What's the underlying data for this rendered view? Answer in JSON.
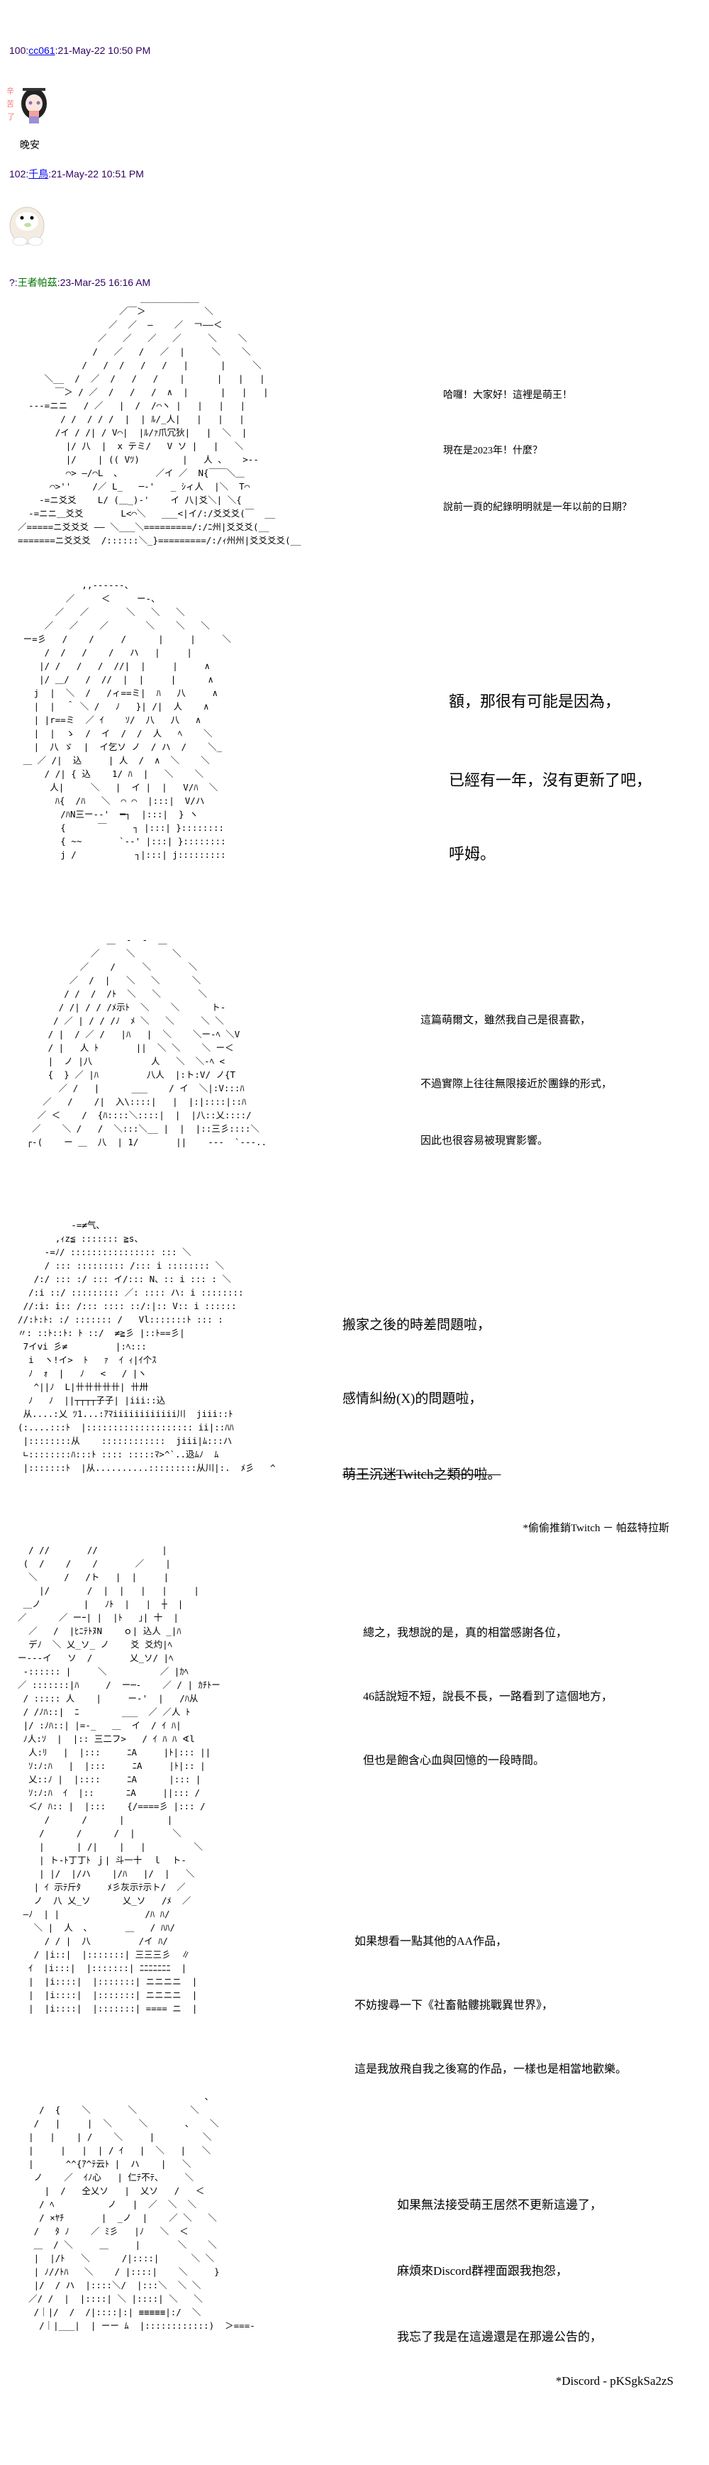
{
  "posts": [
    {
      "number": "100",
      "sep": ":",
      "user": "cc061",
      "time": ":21-May-22 10:50 PM",
      "avatar": "girl-sticker-image",
      "message": "晚安"
    },
    {
      "number": "102",
      "sep": ":",
      "user": "千鳥",
      "time": ":21-May-22 10:51 PM",
      "avatar": "owl-sticker-image"
    },
    {
      "number": "?",
      "sep": ":",
      "user": "王者帕茲",
      "time": ":23-Mar-25 16:16 AM"
    }
  ],
  "sections": [
    {
      "lines": [
        "哈囉！大家好！這裡是萌王！",
        "現在是2023年！什麼？",
        "說前一頁的紀錄明明就是一年以前的日期？"
      ]
    },
    {
      "lines": [
        "額，那很有可能是因為，",
        "已經有一年，沒有更新了吧，",
        "呼姆。"
      ]
    },
    {
      "lines": [
        "這篇萌爾文，雖然我自己是很喜歡，",
        "不過實際上往往無限接近於團錄的形式，",
        "因此也很容易被現實影響。"
      ]
    },
    {
      "lines": [
        "搬家之後的時差問題啦，",
        "感情糾紛(X)的問題啦，",
        "萌王沉迷Twitch之類的啦。"
      ],
      "note": "*偷偷推銷Twitch － 帕茲特拉斯"
    },
    {
      "lines": [
        "總之，我想說的是，真的相當感謝各位，",
        "46話說短不短，說長不長，一路看到了這個地方，",
        "但也是飽含心血與回憶的一段時間。"
      ]
    },
    {
      "lines": [
        "如果想看一點其他的AA作品，",
        "不妨搜尋一下《社畜骷髏挑戰異世界》，",
        "這是我放飛自我之後寫的作品，一樣也是相當地歡樂。"
      ]
    },
    {
      "lines": [
        "如果無法接受萌王居然不更新這邊了，",
        "麻煩來Discord群裡面跟我抱怨，",
        "我忘了我是在這邊還是在那邊公告的，"
      ],
      "note": "*Discord - pKSgkSa2zS"
    }
  ],
  "art": [
    "                         ___________\n                     ／￣＞           ＼\n                   ／  ／  ―    ／  ￢――＜\n                 ／   ／   ／   ／     ＼    ＼\n                /   ／   /   ／  |     ＼    ＼\n              /   /  /   /   /   |      |     ＼\n       ＼__  /  ／  /   /   /    |      |   |   |\n         ￣＞ / ／  /   /   /  ∧  |      |   |   |\n    ---=ニニ   / ／   |  /  /⌒ヽ |   |   |   |\n          / /  / / /  |  | ﾙ/_人|   |   |   |\n         /イ / /| / V⌒|  |ﾙ/ｧ爪冗狄|   |  ＼  |\n           |/ 八  |  x テミ/   V ソ |   |   ＼\n           |/    | (( Vﾂ)        |   人 、   >--\n           ⌒> ―/⌒L  ､       ／イ ／  N{￣￣＼＿\n        ⌒>''    /／ L_   ─-'   _ ｼィ人  |＼  T⌒\n      -=ニ爻爻    L/ (＿_)-'    イ 八|爻＼| ＼{\n    -=ニニ＿爻爻       L<⌒＼   ___<|イ/:/爻爻爻(￣  __\n  ／=====ニ爻爻爻 ―― ＼___＼=========/:/ﾆ州|爻爻爻(__\n  =======ニ爻爻爻  /::::::＼_}=========/:/ｨ州州|爻爻爻爻(__",
    "              ,,-‐‐‐--、\n           ／     ＜     ー-、\n         ／   ／       ＼   ＼   ＼\n       ／   ／    ／       ＼    ＼   ＼\n   ー=彡   /    /     /      |     |     ＼\n       /  /   /    /   ハ   |     |\n      |/ /   /   /  //|  |     |     ∧\n      |/ ＿/   /  //  |  |     |      ∧\n     j  |  ＼  /   /ィ==ミ|  ﾊ   八     ∧\n     |  |  ＾ ＼ /   ﾉ   }| /|  人    ∧\n     | |r==ミ  ／ ｲ    ｿ/  八   八   ∧\n     |  |  ゝ  /  イ  /  /  人   ﾍ    ＼\n     |  八 ゞ  |  イ乞ソ ノ  / ハ  /    ＼_\n   ＿ ／ /|  込     | 人  /  ∧  ＼    ＼\n       / /| { 込    1/ ﾊ  |   ＼    ＼\n        人|     ＼   |  イ |  |   V/ﾊ  ＼\n         ﾊ{  /ﾊ   ＼  ⌒ ⌒  |:::|  V/ハ\n          /ﾊN三ー-‐'  ━┐  |:::|  } ヽ\n          {      ￣     ┐ |:::| }::::::::\n          { ~~       `--' |:::| }::::::::\n          j /           ┐|:::| j:::::::::",
    "                ＿  ‐  ‐  ＿\n             ／     ＼       ＼\n           ／    /     ＼       ＼\n         ／  /  |   ＼   ＼      ＼\n        / /  /  /ﾄ  ＼   ＼       ＼\n       / /| / / /ﾒ示ﾄ  ＼    ＼      ト-\n      / ／ | / / /ﾉ  ﾒ ＼   ＼     ＼ ＼\n     / |  / ／ /   |ﾊ   |  ＼    ＼ー-ﾍ ＼V\n     / |   人 ﾄ       ||  ＼ ＼    ＼ ー＜\n     |  ノ |八           人   ＼  ＼-ﾍ <\n     {  } ／ |ﾊ         八人  |:ト:V/ ノ{T\n       ／ /   |      ___    / イ  ＼|:V:::ﾊ\n    ／   /    /|  入\\::::|   |  |:|::::|::ﾊ\n   ／ ＜    /  {ﾊ::::＼::::|  |  |八::乂::::/\n  ／    ＼ /   /  ＼:::＼__ |  |  |::三彡::::＼\n ┌-(    ー ＿  八  | 1/       ||    ‐‐‐  `‐‐‐..",
    "            -=≠气、\n         ,ｨz≦ ::::::: ≧s、\n       -=ﾉ/ :::::::::::::::: ::: ＼\n       / ::: ::::::::: /::: i :::::::: ＼\n     /:/ ::: :/ ::: イ/::: N、:: i ::: : ＼\n    /:i ::/ ::::::::: ／: :::: ハ: i ::::::::\n   //:i: i:: /::: :::: ::/:|:: V:: i ::::::\n  //:ﾄ:ﾄ: :/ ::::::: /   Vl:::::::ﾄ ::: :\n  〃: ::ﾄ::ﾄ: ﾄ ::/  ≠≧彡 |::ﾄ==彡|\n   7イvi 彡≠         |:ﾍ:::\n    i  ヽ!イ>  ﾄ   ｧ  ｲ ｨ|ｲ个ｽ\n    ﾉ  ｫ  |   ﾉ   <   / |ヽ\n     ^||ﾉ  L|卄卄卄卄卄| 卄卅\n    ﾉ   ﾉ  ||┬┬┬┬子子| |iii::込\n   从....:乂 ﾂ1...:ｱﾏiiiiiiiiiiii川  jiii::ﾄ\n  (:....:::ﾄ  |:::::::::::::::::::: ii|::ﾊﾊ\n   |::::::::从    ::::::::::::  jiii|ﾑ:::ハ\n   ∟::::::::ﾊ:::ﾄ :::: :::::ﾏ>^`..﨤ﾑﾉ  ﾑ\n   |:::::::ﾄ  |从..........:::::::::从川|:.  ﾒ彡   ^",
    "    / //       //            |\n   (  /    /    /       ／    |\n    ＼     /   /ト   |  |     |\n      |/       /  |  |   |   |     |\n   ＿ノ        |   ﾉﾄ  |   |  ┼  |\n  ／      ／ ーｰ| |  |ﾄ   ｣| 十  |\n    ／   /  |ﾋﾆﾃﾄﾇN    ｏ| 込人 _|ﾊ\n    デﾉ  ＼ 乂_ソ_ ノ    爻 爻灼|ﾍ\n  ー‐--イ   ソ  /       乂_ソ/ |ﾍ\n   -:::::: |     ＼          ／ |ｶﾍ\n  ／ :::::::|ﾊ     /  ー─-    ／ / | ｶﾁﾄー\n   / ::::: 人    |     ー‐'  |   /ﾊ从\n   / /ﾉﾊ::|  ﾆ        ___  ／ ／人 ﾄ\n   |/ :ﾉﾊ::| |=-_   ＿  イ  / ｲ ﾊ|\n   ﾉ人:ｿ  |  |:: 三二フ>   / ｲ ﾊ ﾊ ∢l\n    人:ﾘ   |  |:::     ﾆA     |ﾄ|::: ||\n    ｿ:ﾉ:ﾊ   |  |:::     ﾆA     |ﾄ|:: |\n    乂::ﾉ |  |::::     ﾆA      |::: |\n    ｿ:ﾉ:ﾊ  ｲ  |::      ﾆA     ||::: /\n    ＜/ ﾊ:: |  |:::    {/====彡 |::: /",
    "       /      /      |        |\n      /      /      /  |       ＼\n      |      | /|    |   |         ＼\n      | ト-ﾄ丁丁ﾄ ｊ| 斗一十  ｌ  ト-\n      | |/  |/ハ    |/ﾊ   |/  |   ＼\n     | ｲ 示ﾃ斤ﾀ     ﾒ彡灰示ﾃ示ト/  ／\n     ノ  八 乂_ソ      乂_ソ   /ﾒ  ／\n   ―ﾉ  | |                /ﾊ ﾊ/\n     ＼ |  人  ､       ＿   / ﾊﾊ/\n       / / |  八         /イ ﾊ/\n     / |i::|  |:::::::| 三三三彡  ∥\n    ｲ  |i:::|  |:::::::| ﾆﾆﾆﾆﾆﾆﾆ  |\n    |  |i::::|  |:::::::| ニニニニ  |\n    |  |i::::|  |:::::::| ニニニニ  |\n    |  |i::::|  |:::::::| ==== ニ  |",
    "                                     、\n      /  {    ＼       ＼          ＼\n     /   |     |  ＼     ＼       、   ＼\n    |   |    | /    ＼     |         ＼\n    |     |   |  | / ｲ   |  ＼   |   ＼\n    |      ^^{ｱ^ﾃ云ﾄ |  ハ    |   ＼\n     ノ    ／  ｲﾉ心   | 仁ﾃ不ﾃ、    ＼\n       |  /   仝乂ソ   |  乂ソ   /   ＜\n      / ﾍ          ノ   |  ／  ＼  ＼\n      / ×ﾔﾁ       |  _ノ  |    ／ ＼   ＼\n     /   ﾀ ﾉ    ／ ﾐ彡   |ﾉ   ＼  ＜\n     ＿  / ＼     ＿     |       ＼    ＼\n     |  |/ﾄ   ＼      /|::::|      ＼ ＼\n     | ﾉ//ﾄﾊ   ＼    / |::::|    ＼     }\n     |/  / ハ  |::::＼/  |:::＼  ＼ ＼\n    ／/ /  |  |::::| ＼ |::::| ＼   ＼\n     /｜|/  /  /|::::|:| ≡≡≡≡≡|:/  ＼\n      /｜|___|  | ーー ﾑ  |::::::::::::)  ＞===-"
  ],
  "colors": {
    "header": "#300060",
    "link": "#0000ee",
    "author": "#007000"
  }
}
